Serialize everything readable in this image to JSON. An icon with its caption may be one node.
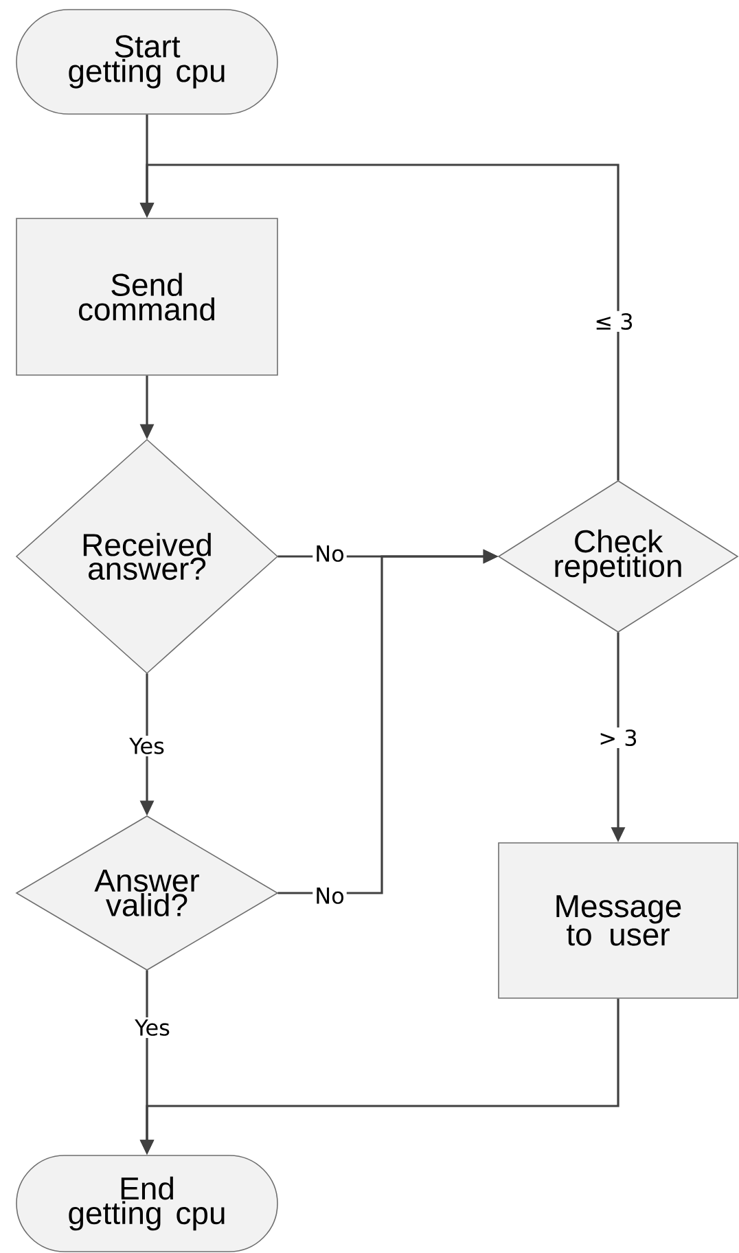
{
  "diagram": {
    "nodes": [
      {
        "text": [
          "Start getting cpu"
        ]
      },
      {
        "text": [
          "Send command"
        ]
      },
      {
        "text": [
          "Received answer?"
        ]
      },
      {
        "text": [
          "Answer valid?"
        ]
      },
      {
        "text": [
          "Check repetition"
        ]
      },
      {
        "text": [
          "Message to user"
        ]
      },
      {
        "text": [
          "End getting cpu"
        ]
      }
    ],
    "edges": [
      {
        "from": 0,
        "to": 1,
        "arrow": "to"
      },
      {
        "from": 1,
        "to": 2,
        "arrow": "to"
      },
      {
        "from": 2,
        "to": 4,
        "arrow": "to",
        "label": "No"
      },
      {
        "from": 2,
        "to": 3,
        "arrow": "to",
        "label": "Yes"
      },
      {
        "from": 3,
        "to": 4,
        "arrow": "to",
        "label": "No"
      },
      {
        "from": 4,
        "to": 1,
        "arrow": "to",
        "label": "≤ 3"
      },
      {
        "from": 4,
        "to": 5,
        "arrow": "to",
        "label": "> 3"
      },
      {
        "from": 3,
        "to": 6,
        "arrow": "to",
        "label": "Yes"
      },
      {
        "from": 5,
        "to": 6,
        "arrow": "to"
      }
    ]
  }
}
